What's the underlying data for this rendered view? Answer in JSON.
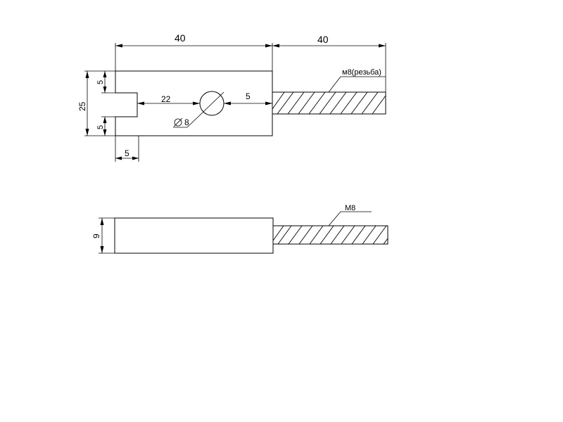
{
  "drawing": {
    "top_view": {
      "dims": {
        "body_length": "40",
        "thread_length": "40",
        "overall_width": "25",
        "upper_offset": "5",
        "lower_offset": "5",
        "slot_depth": "5",
        "hole_from_slot": "22",
        "hole_to_shoulder": "5",
        "hole_diameter": "8"
      },
      "thread_note": "м8(резьба)"
    },
    "side_view": {
      "dims": {
        "thickness": "9"
      },
      "thread_note": "М8"
    }
  }
}
